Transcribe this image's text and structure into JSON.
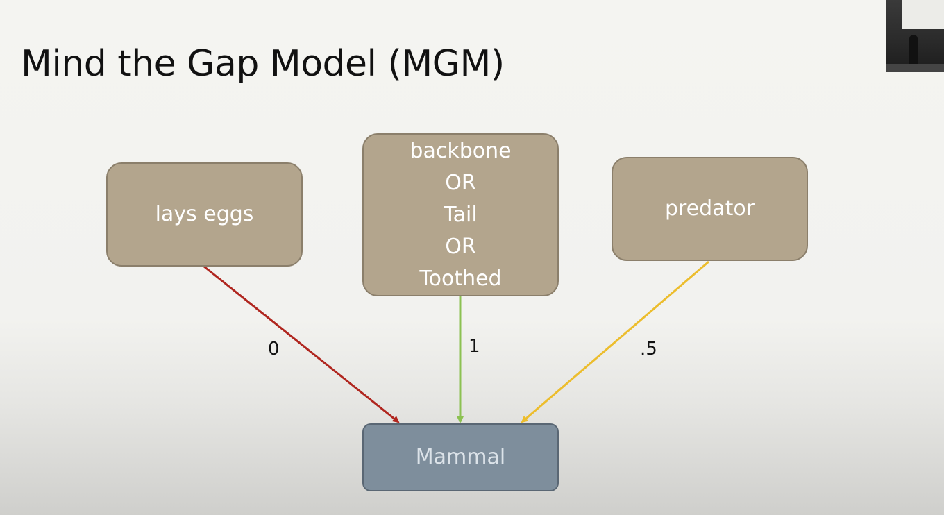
{
  "slide": {
    "title": "Mind the Gap Model (MGM)"
  },
  "nodes": {
    "lays_eggs": {
      "lines": [
        "lays eggs"
      ]
    },
    "backbone": {
      "lines": [
        "backbone",
        "OR",
        "Tail",
        "OR",
        "Toothed"
      ]
    },
    "predator": {
      "lines": [
        "predator"
      ]
    },
    "mammal": {
      "lines": [
        "Mammal"
      ]
    }
  },
  "edges": [
    {
      "from": "lays eggs",
      "to": "Mammal",
      "weight": "0",
      "color": "#b0261f"
    },
    {
      "from": "backbone OR Tail OR Toothed",
      "to": "Mammal",
      "weight": "1",
      "color": "#8cc152"
    },
    {
      "from": "predator",
      "to": "Mammal",
      "weight": ".5",
      "color": "#ecbd2d"
    }
  ],
  "colors": {
    "source_node_fill": "#b3a58d",
    "target_node_fill": "#7e8e9c"
  }
}
